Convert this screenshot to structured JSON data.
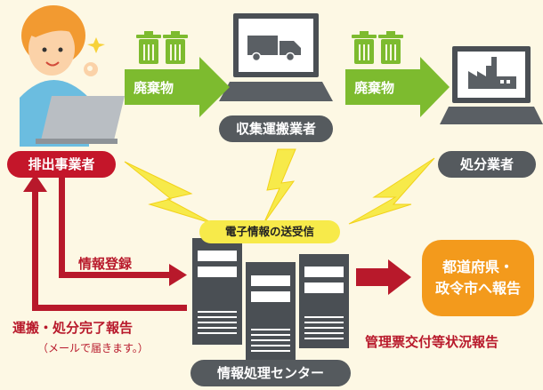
{
  "nodes": {
    "emitter": "排出事業者",
    "transporter": "収集運搬業者",
    "disposer": "処分業者",
    "center": "情報処理センター",
    "prefecture": [
      "都道府県・",
      "政令市へ報告"
    ]
  },
  "flows": {
    "waste_label_1": "廃棄物",
    "waste_label_2": "廃棄物",
    "electronic_exchange": "電子情報の送受信",
    "info_registration": "情報登録",
    "completion_report": "運搬・処分完了報告",
    "completion_note": "（メールで届きます。）",
    "manifest_report": "管理票交付等状況報告"
  },
  "colors": {
    "background": "#fdf8e4",
    "emitter_pill": "#c4162a",
    "node_pill": "#555a5e",
    "waste_arrow": "#7dbb2f",
    "flow_arrow": "#b8192b",
    "lightning": "#f7ea4a",
    "report_box": "#f39a1c",
    "report_text": "#c4162a"
  },
  "icons": [
    "person-with-laptop-icon",
    "trash-bin-icon",
    "truck-monitor-icon",
    "factory-monitor-icon",
    "server-icon",
    "lightning-icon"
  ]
}
